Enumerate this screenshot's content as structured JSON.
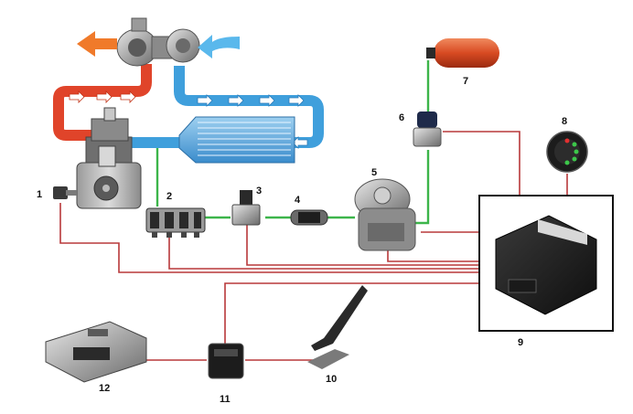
{
  "labels": {
    "n1": "1",
    "n2": "2",
    "n3": "3",
    "n4": "4",
    "n5": "5",
    "n6": "6",
    "n7": "7",
    "n8": "8",
    "n9": "9",
    "n10": "10",
    "n11": "11",
    "n12": "12"
  },
  "colors": {
    "exhaust_pipe": "#e0442a",
    "intake_pipe": "#3f9fdc",
    "gas_line": "#3cb54a",
    "signal_wire": "#b8383a",
    "exhaust_arrow": "#f07a2a",
    "intake_arrow": "#5ab8ec"
  }
}
